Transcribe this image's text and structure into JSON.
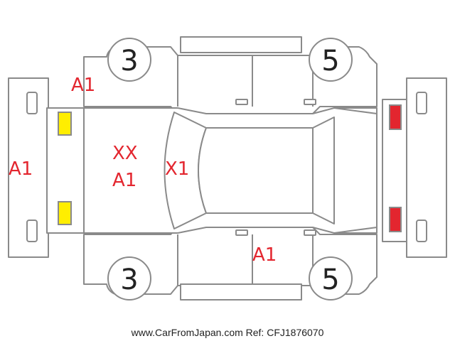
{
  "tires": {
    "front_left": "3",
    "rear_left": "5",
    "front_right": "3",
    "rear_right": "5"
  },
  "marks": {
    "front_bumper": "A1",
    "front_fender_left": "A1",
    "hood_line1": "XX",
    "hood_line2": "A1",
    "windshield": "X1",
    "rear_door_right": "A1"
  },
  "footer": "www.CarFromJapan.com Ref: CFJ1876070",
  "colors": {
    "mark": "#e3262f",
    "headlight": "#ffee00",
    "taillight": "#e3262f",
    "outline": "#8a8a8a"
  }
}
